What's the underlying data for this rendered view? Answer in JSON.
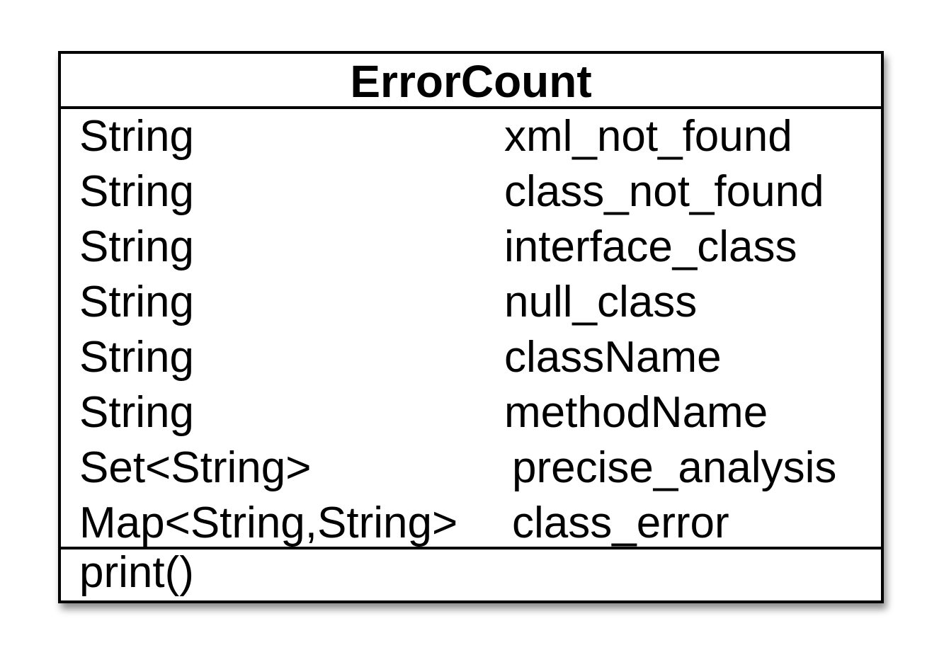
{
  "diagram": {
    "class_name": "ErrorCount",
    "attributes": [
      {
        "type": "String",
        "name": "xml_not_found"
      },
      {
        "type": "String",
        "name": "class_not_found"
      },
      {
        "type": "String",
        "name": "interface_class"
      },
      {
        "type": "String",
        "name": "null_class"
      },
      {
        "type": "String",
        "name": "className"
      },
      {
        "type": "String",
        "name": "methodName"
      },
      {
        "type": "Set<String>",
        "name": "precise_analysis"
      },
      {
        "type": "Map<String,String>",
        "name": "class_error"
      }
    ],
    "operations": [
      "print()"
    ]
  }
}
